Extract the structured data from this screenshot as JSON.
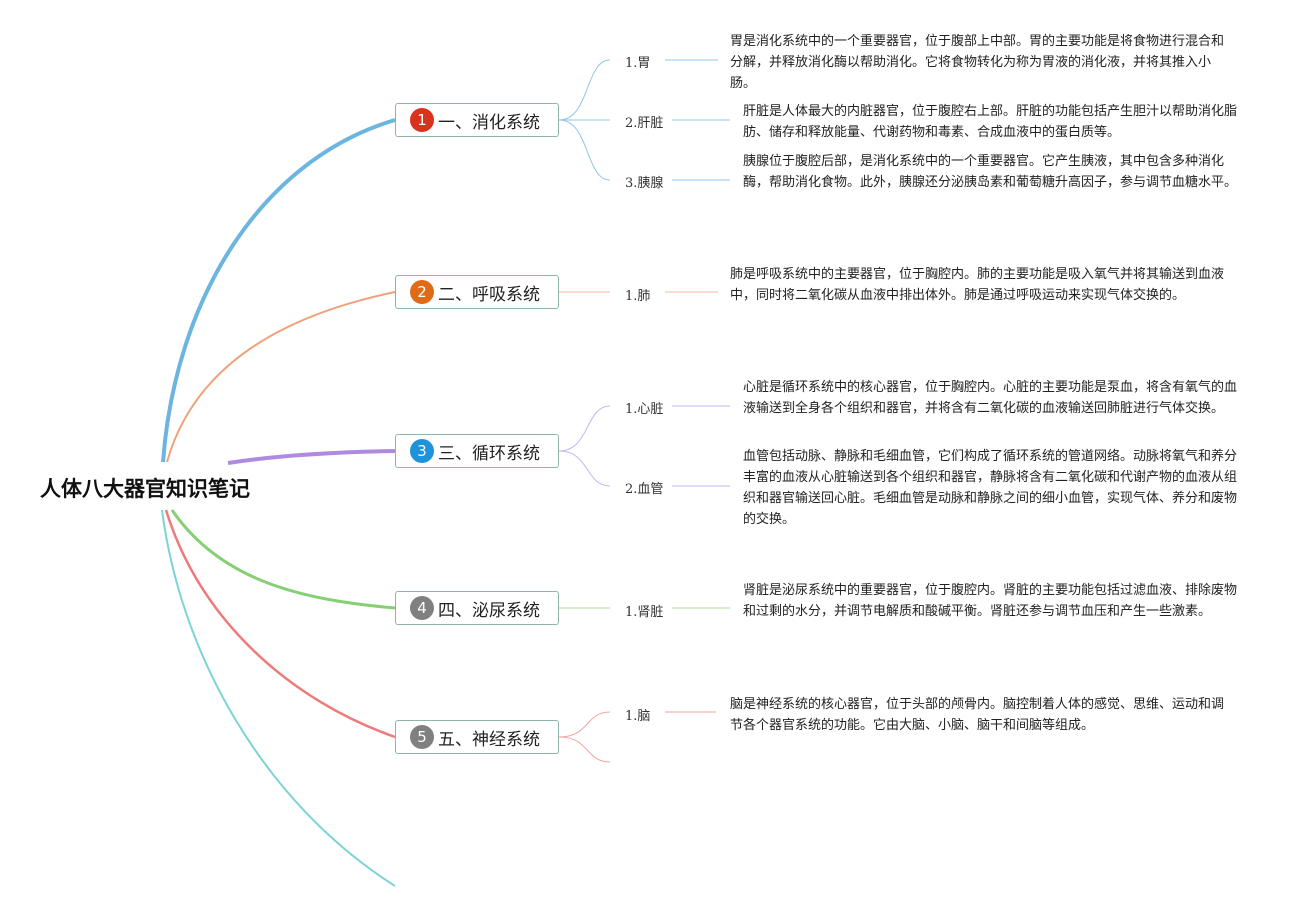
{
  "title": "人体八大器官知识笔记",
  "branches": [
    {
      "num": "1",
      "label": "一、消化系统",
      "color": "#6bb5e0",
      "badge_color": "#d9321f",
      "items": [
        {
          "label": "1.胃",
          "desc": "胃是消化系统中的一个重要器官，位于腹部上中部。胃的主要功能是将食物进行混合和分解，并释放消化酶以帮助消化。它将食物转化为称为胃液的消化液，并将其推入小肠。"
        },
        {
          "label": "2.肝脏",
          "desc": "肝脏是人体最大的内脏器官，位于腹腔右上部。肝脏的功能包括产生胆汁以帮助消化脂肪、储存和释放能量、代谢药物和毒素、合成血液中的蛋白质等。"
        },
        {
          "label": "3.胰腺",
          "desc": "胰腺位于腹腔后部，是消化系统中的一个重要器官。它产生胰液，其中包含多种消化酶，帮助消化食物。此外，胰腺还分泌胰岛素和葡萄糖升高因子，参与调节血糖水平。"
        }
      ]
    },
    {
      "num": "2",
      "label": "二、呼吸系统",
      "color": "#f0a27a",
      "badge_color": "#e06b17",
      "items": [
        {
          "label": "1.肺",
          "desc": "肺是呼吸系统中的主要器官，位于胸腔内。肺的主要功能是吸入氧气并将其输送到血液中，同时将二氧化碳从血液中排出体外。肺是通过呼吸运动来实现气体交换的。"
        }
      ]
    },
    {
      "num": "3",
      "label": "三、循环系统",
      "color": "#b6a2e6",
      "badge_color": "#1e93d9",
      "items": [
        {
          "label": "1.心脏",
          "desc": "心脏是循环系统中的核心器官，位于胸腔内。心脏的主要功能是泵血，将含有氧气的血液输送到全身各个组织和器官，并将含有二氧化碳的血液输送回肺脏进行气体交换。"
        },
        {
          "label": "2.血管",
          "desc": "血管包括动脉、静脉和毛细血管，它们构成了循环系统的管道网络。动脉将氧气和养分丰富的血液从心脏输送到各个组织和器官，静脉将含有二氧化碳和代谢产物的血液从组织和器官输送回心脏。毛细血管是动脉和静脉之间的细小血管，实现气体、养分和废物的交换。"
        }
      ]
    },
    {
      "num": "4",
      "label": "四、泌尿系统",
      "color": "#93d488",
      "badge_color": "#808080",
      "items": [
        {
          "label": "1.肾脏",
          "desc": "肾脏是泌尿系统中的重要器官，位于腹腔内。肾脏的主要功能包括过滤血液、排除废物和过剩的水分，并调节电解质和酸碱平衡。肾脏还参与调节血压和产生一些激素。"
        }
      ]
    },
    {
      "num": "5",
      "label": "五、神经系统",
      "color": "#ef8f8f",
      "badge_color": "#808080",
      "items": [
        {
          "label": "1.脑",
          "desc": "脑是神经系统的核心器官，位于头部的颅骨内。脑控制着人体的感觉、思维、运动和调节各个器官系统的功能。它由大脑、小脑、脑干和间脑等组成。"
        }
      ]
    }
  ]
}
